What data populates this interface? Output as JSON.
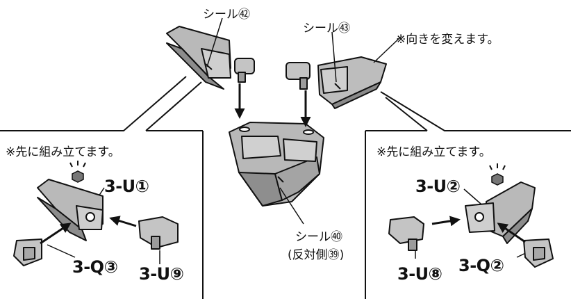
{
  "labels": {
    "seal_42": "シール㊷",
    "seal_43": "シール㊸",
    "reverse_note": "※向きを変えます。",
    "seal_40": "シール㊵",
    "seal_40_reverse": "(反対側㊴)",
    "pre_assemble_left": "※先に組み立てます。",
    "pre_assemble_right": "※先に組み立てます。",
    "left_3u1": "3-U①",
    "left_3q3": "3-Q③",
    "left_3u9": "3-U⑨",
    "right_3u2": "3-U②",
    "right_3q2": "3-Q②",
    "right_3u8": "3-U⑧"
  },
  "colors": {
    "line": "#111111",
    "part_light": "#c8c8c8",
    "part_mid": "#9a9a9a",
    "part_dark": "#6e6e6e",
    "background": "#ffffff"
  }
}
